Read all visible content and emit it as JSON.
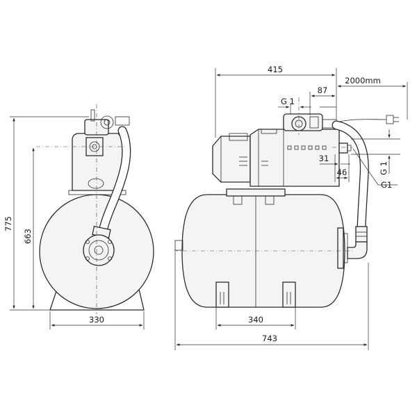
{
  "dimensions": {
    "height_total": "775",
    "height_inlet": "663",
    "width_base": "330",
    "length_total": "415",
    "cable_length": "2000mm",
    "offset_87": "87",
    "thread_top": "G 1",
    "offset_31": "31",
    "offset_46": "46",
    "thread_side": "G 1",
    "thread_outlet": "G1",
    "foot_spacing": "340",
    "tank_length": "743"
  }
}
